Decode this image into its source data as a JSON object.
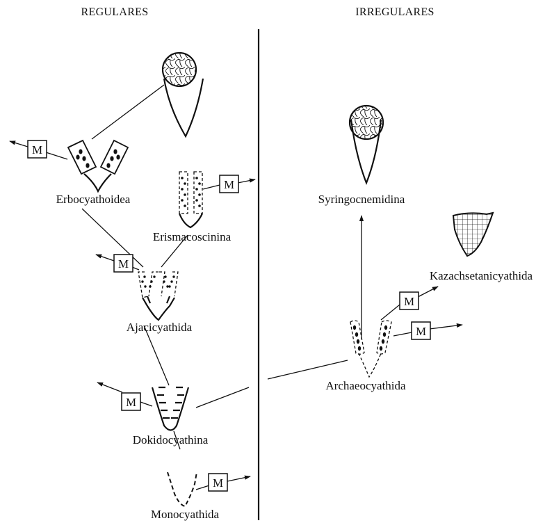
{
  "headers": {
    "left": "REGULARES",
    "right": "IRREGULARES"
  },
  "taxa": {
    "erbocyathoidea": "Erbocyathoidea",
    "erismacoscinina": "Erismacoscinina",
    "ajacicyathida": "Ajacicyathida",
    "dokidocyathina": "Dokidocyathina",
    "monocyathida": "Monocyathida",
    "syringocnemidina": "Syringocnemidina",
    "kazachsetanicyathida": "Kazachsetanicyathida",
    "archaeocyathida": "Archaeocyathida"
  },
  "marker": "M"
}
